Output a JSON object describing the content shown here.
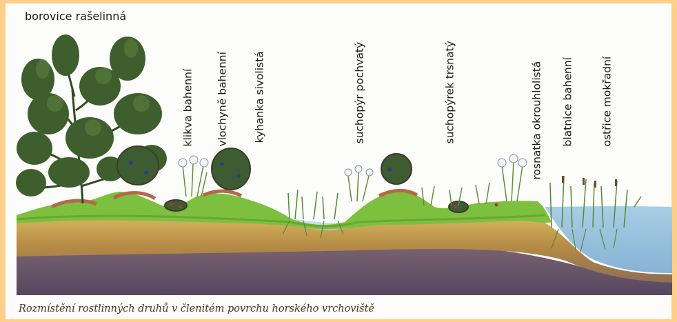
{
  "title": "borovice rašelinná",
  "labels": [
    "klikva bahenní",
    "vlochyně bahenní",
    "kyhanka sivolistá",
    "suchopýr pochvatý",
    "suchopýrek trsnatý",
    "rosnatka okrouhlolistá",
    "blatnice bahenní",
    "ostřice mokřadní"
  ],
  "caption": "Rozmístění rostlinných druhů v členitém povrchu horského vrchoviště",
  "colors": {
    "background": "#ffce8a",
    "grass": "#7cbf3c",
    "peat_yellow": "#c9a04a",
    "peat_brown": "#6f5a66",
    "water": "#9fc6e0",
    "pine": "#3e5a2e"
  }
}
